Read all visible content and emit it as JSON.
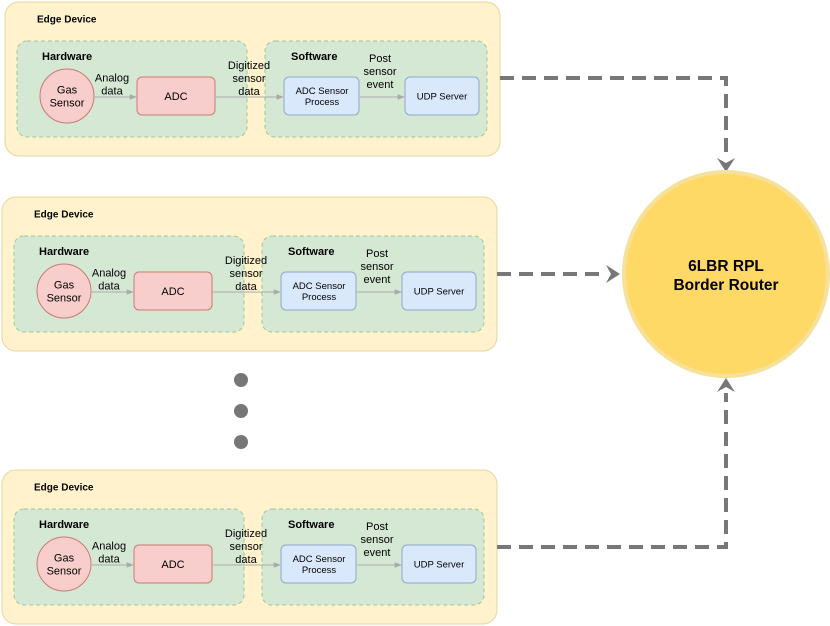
{
  "edge_devices": [
    {
      "title": "Edge Device",
      "hardware": {
        "title": "Hardware",
        "gas_sensor": [
          "Gas",
          "Sensor"
        ],
        "adc": "ADC"
      },
      "software": {
        "title": "Software",
        "adc_sensor_process": [
          "ADC Sensor",
          "Process"
        ],
        "udp_server": "UDP Server"
      },
      "labels": {
        "analog_data": [
          "Analog",
          "data"
        ],
        "digitized_sensor_data": [
          "Digitized",
          "sensor",
          "data"
        ],
        "post_sensor_event": [
          "Post",
          "sensor",
          "event"
        ]
      }
    },
    {
      "title": "Edge Device",
      "hardware": {
        "title": "Hardware",
        "gas_sensor": [
          "Gas",
          "Sensor"
        ],
        "adc": "ADC"
      },
      "software": {
        "title": "Software",
        "adc_sensor_process": [
          "ADC Sensor",
          "Process"
        ],
        "udp_server": "UDP Server"
      },
      "labels": {
        "analog_data": [
          "Analog",
          "data"
        ],
        "digitized_sensor_data": [
          "Digitized",
          "sensor",
          "data"
        ],
        "post_sensor_event": [
          "Post",
          "sensor",
          "event"
        ]
      }
    },
    {
      "title": "Edge Device",
      "hardware": {
        "title": "Hardware",
        "gas_sensor": [
          "Gas",
          "Sensor"
        ],
        "adc": "ADC"
      },
      "software": {
        "title": "Software",
        "adc_sensor_process": [
          "ADC Sensor",
          "Process"
        ],
        "udp_server": "UDP Server"
      },
      "labels": {
        "analog_data": [
          "Analog",
          "data"
        ],
        "digitized_sensor_data": [
          "Digitized",
          "sensor",
          "data"
        ],
        "post_sensor_event": [
          "Post",
          "sensor",
          "event"
        ]
      }
    }
  ],
  "border_router": {
    "label": [
      "6LBR RPL",
      "Border Router"
    ]
  },
  "ellipsis": {
    "dot_count": 3
  },
  "colors": {
    "edge_device_fill": "#fff2cc",
    "edge_device_stroke": "#e8d69c",
    "group_fill": "#d5e8d4",
    "group_stroke": "#9fc79a",
    "hardware_fill": "#f8cecc",
    "hardware_stroke": "#c97a76",
    "software_fill": "#dae8fc",
    "software_stroke": "#8fa9c9",
    "router_fill": "#ffd966",
    "router_stroke": "#f5e19a",
    "link": "#777777",
    "arrow": "#aaaaaa",
    "dot": "#777777"
  }
}
